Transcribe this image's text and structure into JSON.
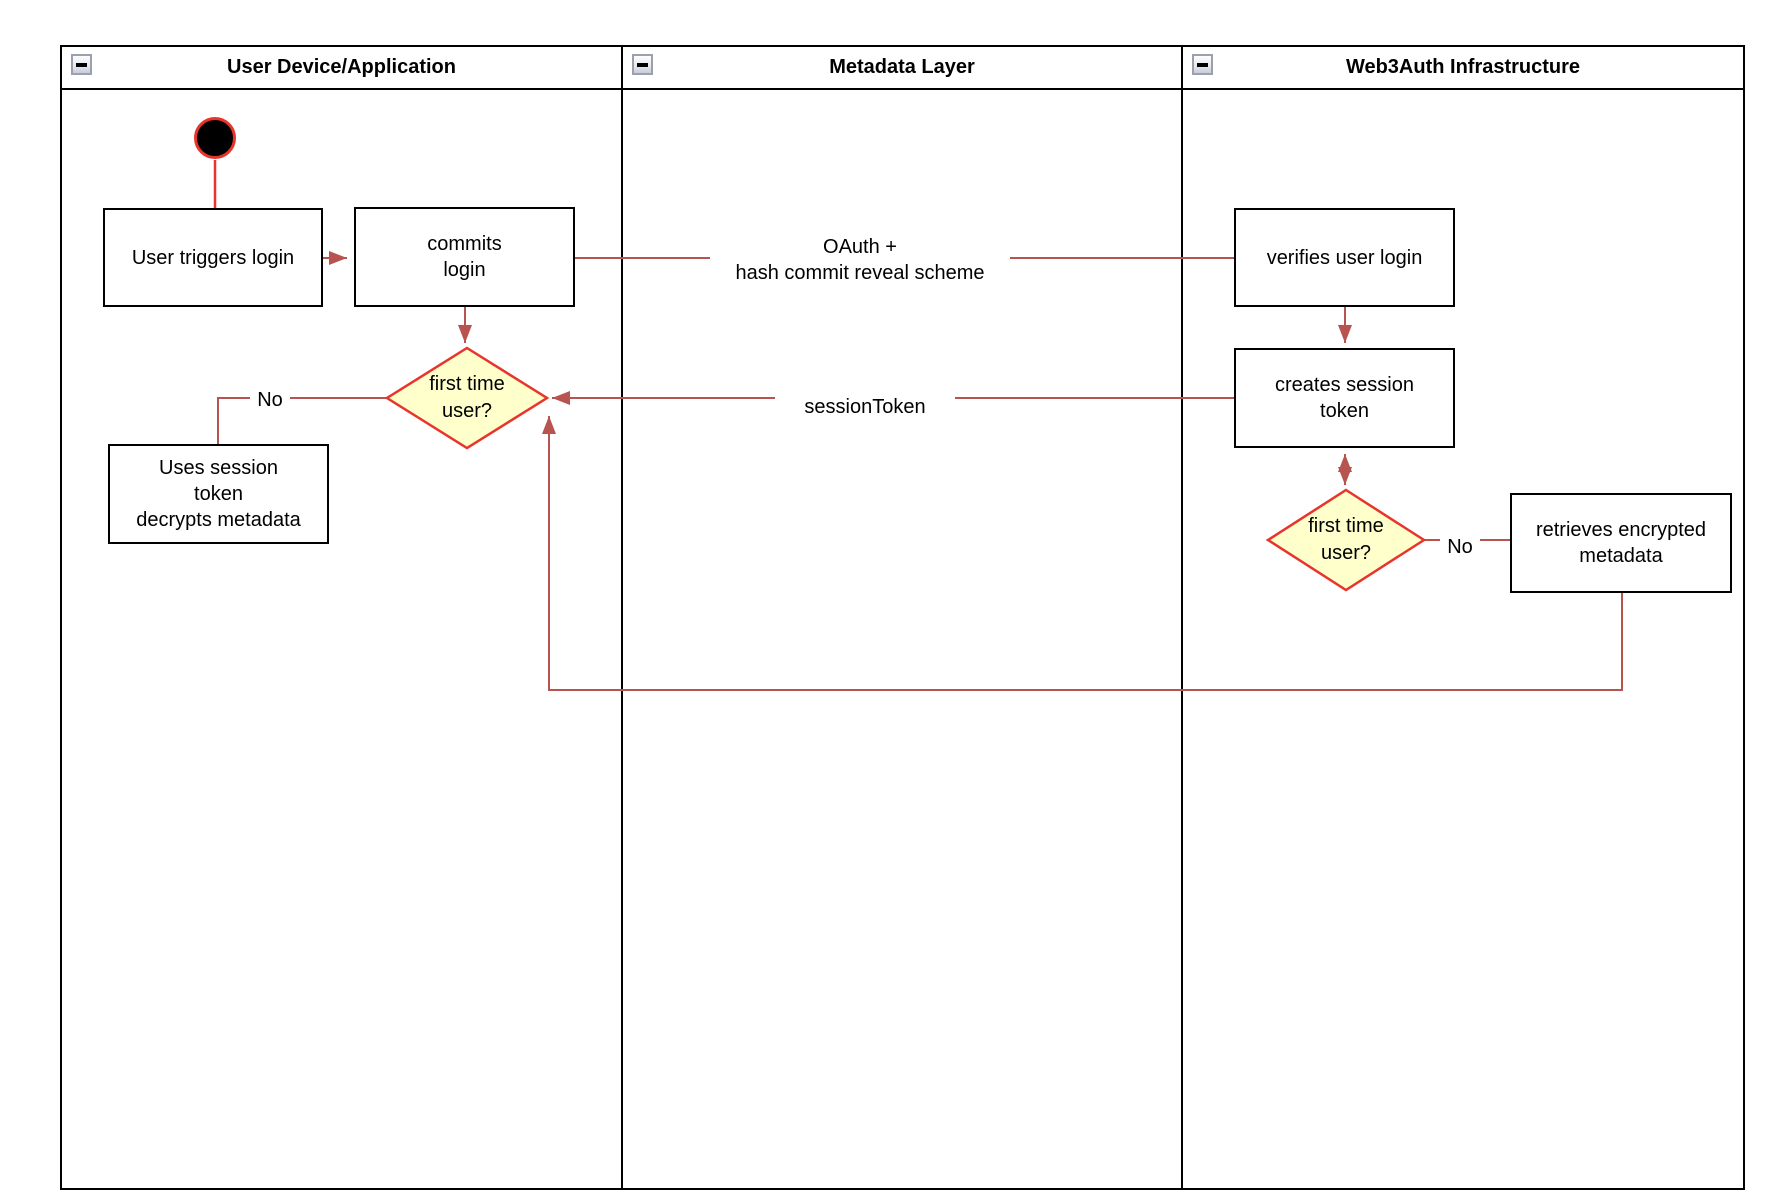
{
  "colors": {
    "connector": "#B85450",
    "red-stroke": "#E8342A",
    "decision-fill": "#FFFFCC",
    "node-border": "#000000",
    "lane-border": "#000000"
  },
  "lanes": [
    {
      "title": "User Device/Application"
    },
    {
      "title": "Metadata Layer"
    },
    {
      "title": "Web3Auth Infrastructure"
    }
  ],
  "nodes": {
    "user_triggers": "User triggers login",
    "commits": "commits\nlogin",
    "decision1": "first time\nuser?",
    "uses_session": "Uses session\ntoken\ndecrypts metadata",
    "verifies": "verifies user login",
    "creates": "creates session\ntoken",
    "decision2": "first time\nuser?",
    "retrieves": "retrieves encrypted\nmetadata"
  },
  "edge_labels": {
    "oauth": "OAuth +\nhash commit reveal scheme",
    "session_token": "sessionToken",
    "no_1": "No",
    "no_2": "No"
  }
}
